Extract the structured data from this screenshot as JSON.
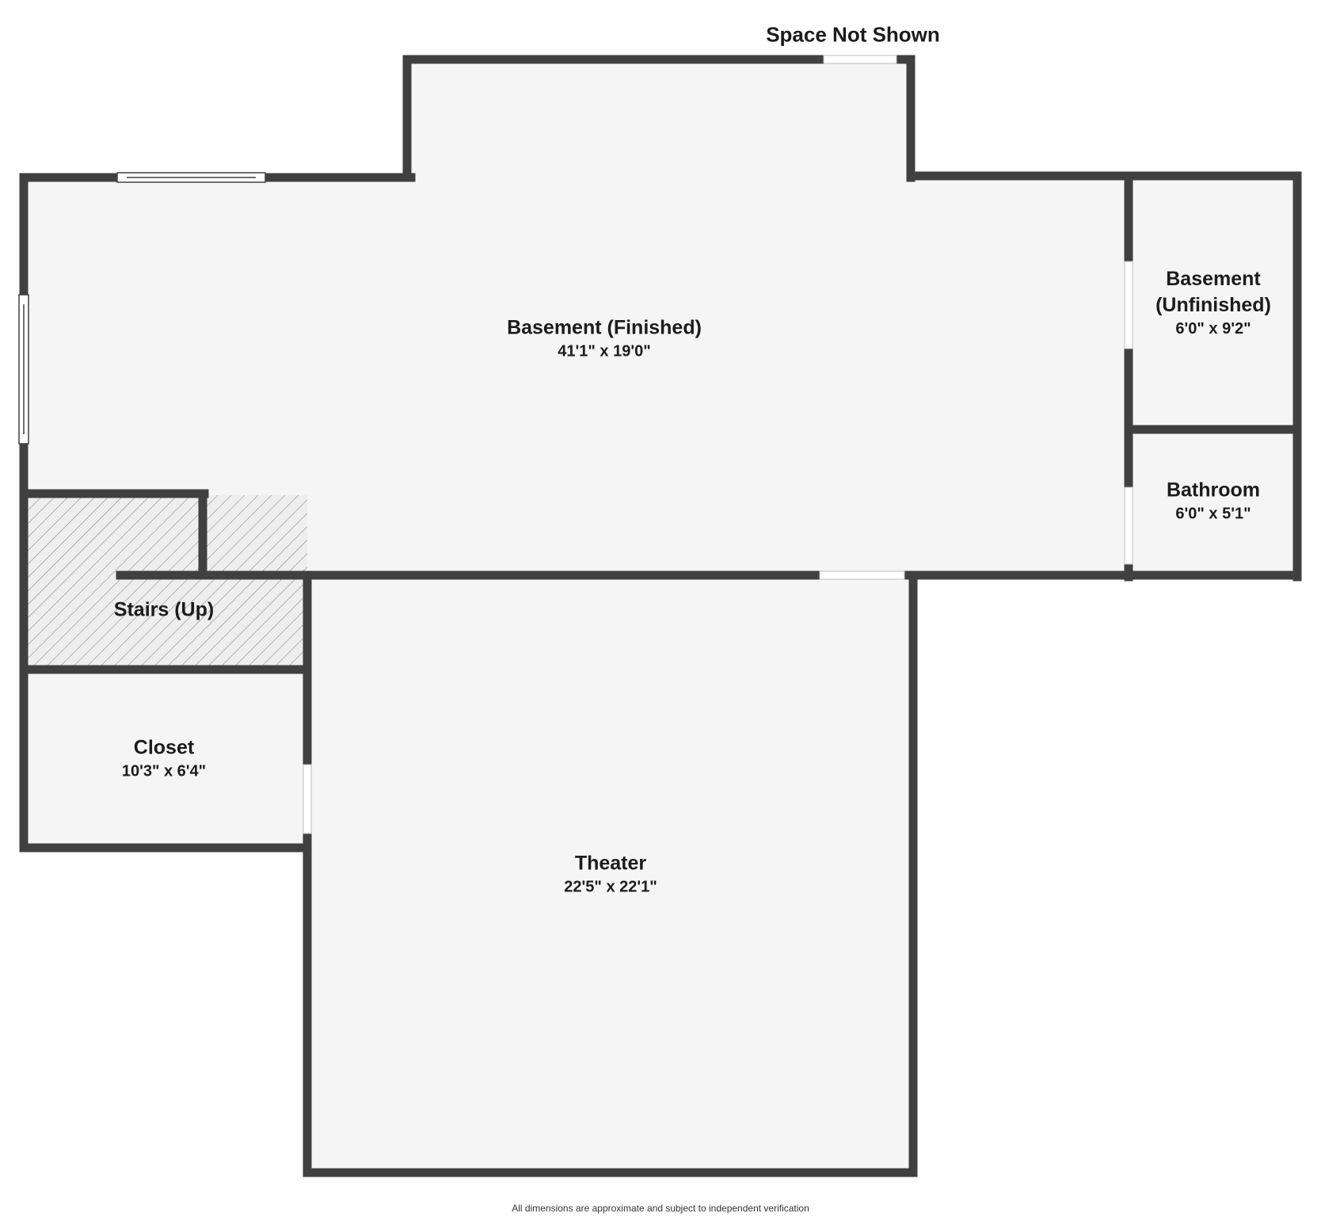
{
  "header": {
    "space_not_shown": "Space Not Shown"
  },
  "rooms": [
    {
      "id": "basement-finished",
      "name": "Basement (Finished)",
      "dims": "41'1\" x 19'0\""
    },
    {
      "id": "basement-unfinished",
      "name": "Basement\n(Unfinished)",
      "dims": "6'0\" x 9'2\""
    },
    {
      "id": "bathroom",
      "name": "Bathroom",
      "dims": "6'0\" x 5'1\""
    },
    {
      "id": "stairs",
      "name": "Stairs (Up)",
      "dims": ""
    },
    {
      "id": "closet",
      "name": "Closet",
      "dims": "10'3\" x 6'4\""
    },
    {
      "id": "theater",
      "name": "Theater",
      "dims": "22'5\" x 22'1\""
    }
  ],
  "footer": {
    "disclaimer": "All dimensions are approximate and subject to independent verification"
  },
  "colors": {
    "wall": "#404040",
    "floor": "#f5f5f5",
    "text": "#1c1c1c",
    "hatch": "#8a8a8a"
  }
}
